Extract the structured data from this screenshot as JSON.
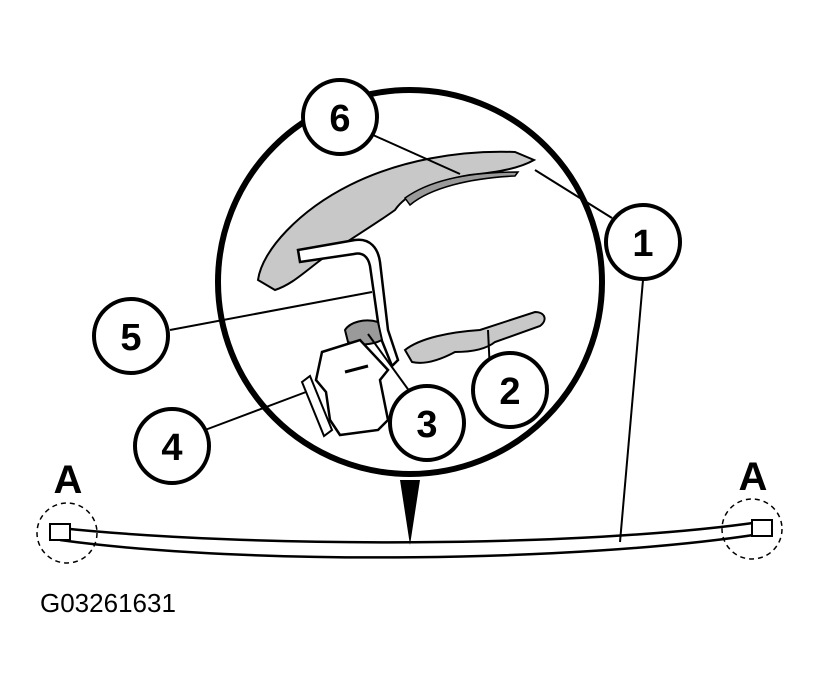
{
  "diagram": {
    "callouts": [
      {
        "id": "1",
        "label": "1"
      },
      {
        "id": "2",
        "label": "2"
      },
      {
        "id": "3",
        "label": "3"
      },
      {
        "id": "4",
        "label": "4"
      },
      {
        "id": "5",
        "label": "5"
      },
      {
        "id": "6",
        "label": "6"
      }
    ],
    "end_marker_left": "A",
    "end_marker_right": "A",
    "figure_id": "G03261631",
    "colors": {
      "line": "#000000",
      "fill_gray": "#c8c8c8",
      "dark_gray": "#9a9a9a",
      "background": "#ffffff"
    }
  }
}
